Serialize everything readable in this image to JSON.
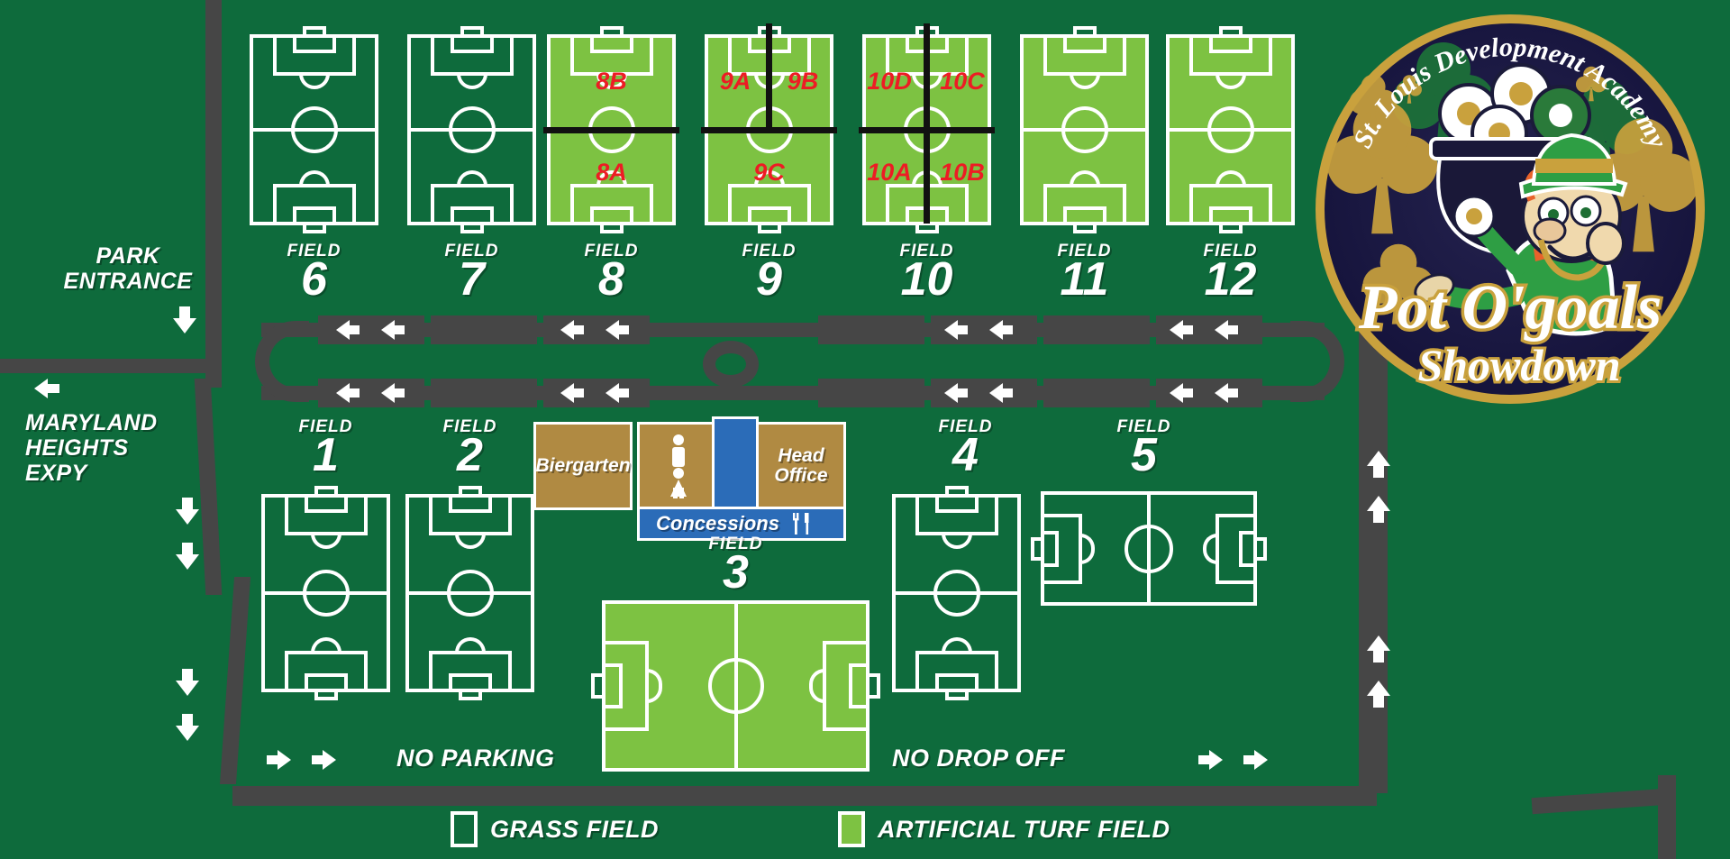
{
  "map": {
    "title": "Pot O'goals Showdown Field Map",
    "colors": {
      "background_green": "#0e6b3c",
      "turf_green": "#7dc242",
      "road_gray": "#464646",
      "sublabel_red": "#ed1c24",
      "building_tan": "#b08a42",
      "building_blue": "#2b6cb8",
      "line_white": "#ffffff"
    }
  },
  "logo": {
    "arc_text": "St. Louis Development Academy",
    "title_line1": "Pot O'goals",
    "title_line2": "Showdown",
    "icon": "leprechaun-pot-of-gold-logo"
  },
  "fields": [
    {
      "id": "field-6",
      "word": "FIELD",
      "number": "6",
      "surface": "grass",
      "orientation": "vertical",
      "subfields": []
    },
    {
      "id": "field-7",
      "word": "FIELD",
      "number": "7",
      "surface": "grass",
      "orientation": "vertical",
      "subfields": []
    },
    {
      "id": "field-8",
      "word": "FIELD",
      "number": "8",
      "surface": "turf",
      "orientation": "vertical",
      "subfields": [
        "8B",
        "8A"
      ]
    },
    {
      "id": "field-9",
      "word": "FIELD",
      "number": "9",
      "surface": "turf",
      "orientation": "vertical",
      "subfields": [
        "9A",
        "9B",
        "9C"
      ]
    },
    {
      "id": "field-10",
      "word": "FIELD",
      "number": "10",
      "surface": "turf",
      "orientation": "vertical",
      "subfields": [
        "10D",
        "10C",
        "10A",
        "10B"
      ]
    },
    {
      "id": "field-11",
      "word": "FIELD",
      "number": "11",
      "surface": "turf",
      "orientation": "vertical",
      "subfields": []
    },
    {
      "id": "field-12",
      "word": "FIELD",
      "number": "12",
      "surface": "turf",
      "orientation": "vertical",
      "subfields": []
    },
    {
      "id": "field-1",
      "word": "FIELD",
      "number": "1",
      "surface": "grass",
      "orientation": "vertical",
      "subfields": []
    },
    {
      "id": "field-2",
      "word": "FIELD",
      "number": "2",
      "surface": "grass",
      "orientation": "vertical",
      "subfields": []
    },
    {
      "id": "field-3",
      "word": "FIELD",
      "number": "3",
      "surface": "turf",
      "orientation": "horizontal",
      "subfields": []
    },
    {
      "id": "field-4",
      "word": "FIELD",
      "number": "4",
      "surface": "grass",
      "orientation": "vertical",
      "subfields": []
    },
    {
      "id": "field-5",
      "word": "FIELD",
      "number": "5",
      "surface": "grass",
      "orientation": "horizontal",
      "subfields": []
    }
  ],
  "subfield_labels": {
    "f8_top": "8B",
    "f8_bottom": "8A",
    "f9_topleft": "9A",
    "f9_topright": "9B",
    "f9_bottom": "9C",
    "f10_topleft": "10D",
    "f10_topright": "10C",
    "f10_botleft": "10A",
    "f10_botright": "10B"
  },
  "buildings": [
    {
      "id": "biergarten",
      "label": "Biergarten",
      "color": "tan"
    },
    {
      "id": "restrooms",
      "label": "",
      "color": "tan",
      "icon": "restroom-icons"
    },
    {
      "id": "head-office",
      "label": "Head Office",
      "color": "tan"
    },
    {
      "id": "concessions",
      "label": "Concessions",
      "color": "blue",
      "icon": "fork-knife-icon"
    }
  ],
  "road_labels": {
    "park_entrance": "PARK\nENTRANCE",
    "park_entrance_line1": "PARK",
    "park_entrance_line2": "ENTRANCE",
    "expressway_line1": "MARYLAND",
    "expressway_line2": "HEIGHTS",
    "expressway_line3": "EXPY",
    "no_parking": "NO PARKING",
    "no_drop_off": "NO DROP OFF"
  },
  "legend": [
    {
      "id": "legend-grass",
      "label": "GRASS FIELD",
      "swatch": "grass"
    },
    {
      "id": "legend-turf",
      "label": "ARTIFICIAL TURF FIELD",
      "swatch": "turf"
    }
  ]
}
